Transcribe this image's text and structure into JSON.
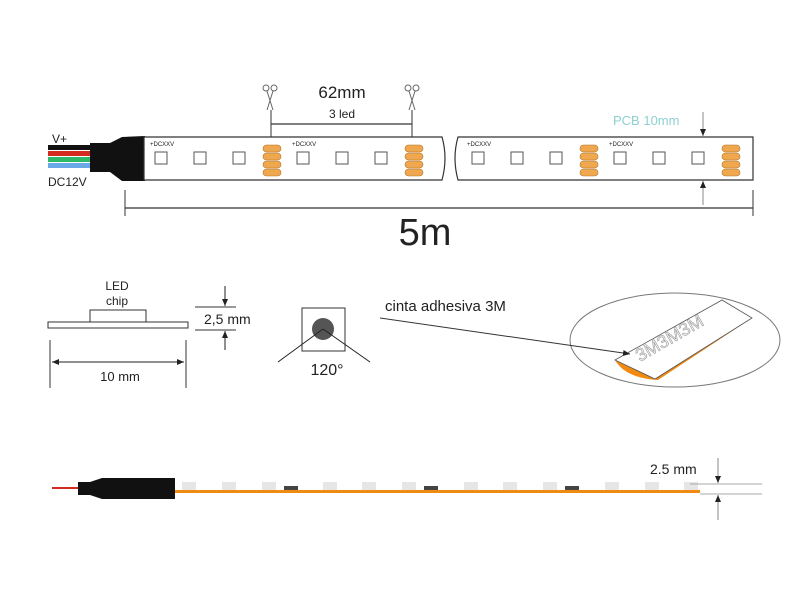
{
  "top_view": {
    "wire_label_top": "V+",
    "wire_label_bottom": "DC12V",
    "cut_spacing": "62mm",
    "cut_leds": "3 led",
    "segment_marking": "+DCXXV",
    "pcb_width": "PCB 10mm",
    "length": "5m"
  },
  "details": {
    "led_chip_label_1": "LED",
    "led_chip_label_2": "chip",
    "chip_height": "2,5 mm",
    "strip_width": "10 mm",
    "beam_angle": "120°",
    "adhesive_label": "cinta adhesiva 3M",
    "adhesive_print": "3M3M3M"
  },
  "side_view": {
    "thickness": "2.5 mm"
  },
  "colors": {
    "pad": "#f0a850",
    "orange": "#f08a10",
    "pcb_label": "#8fd0d0",
    "wire_red": "#d42a20",
    "wire_green": "#2db86a",
    "wire_blue": "#6aa8e8"
  }
}
